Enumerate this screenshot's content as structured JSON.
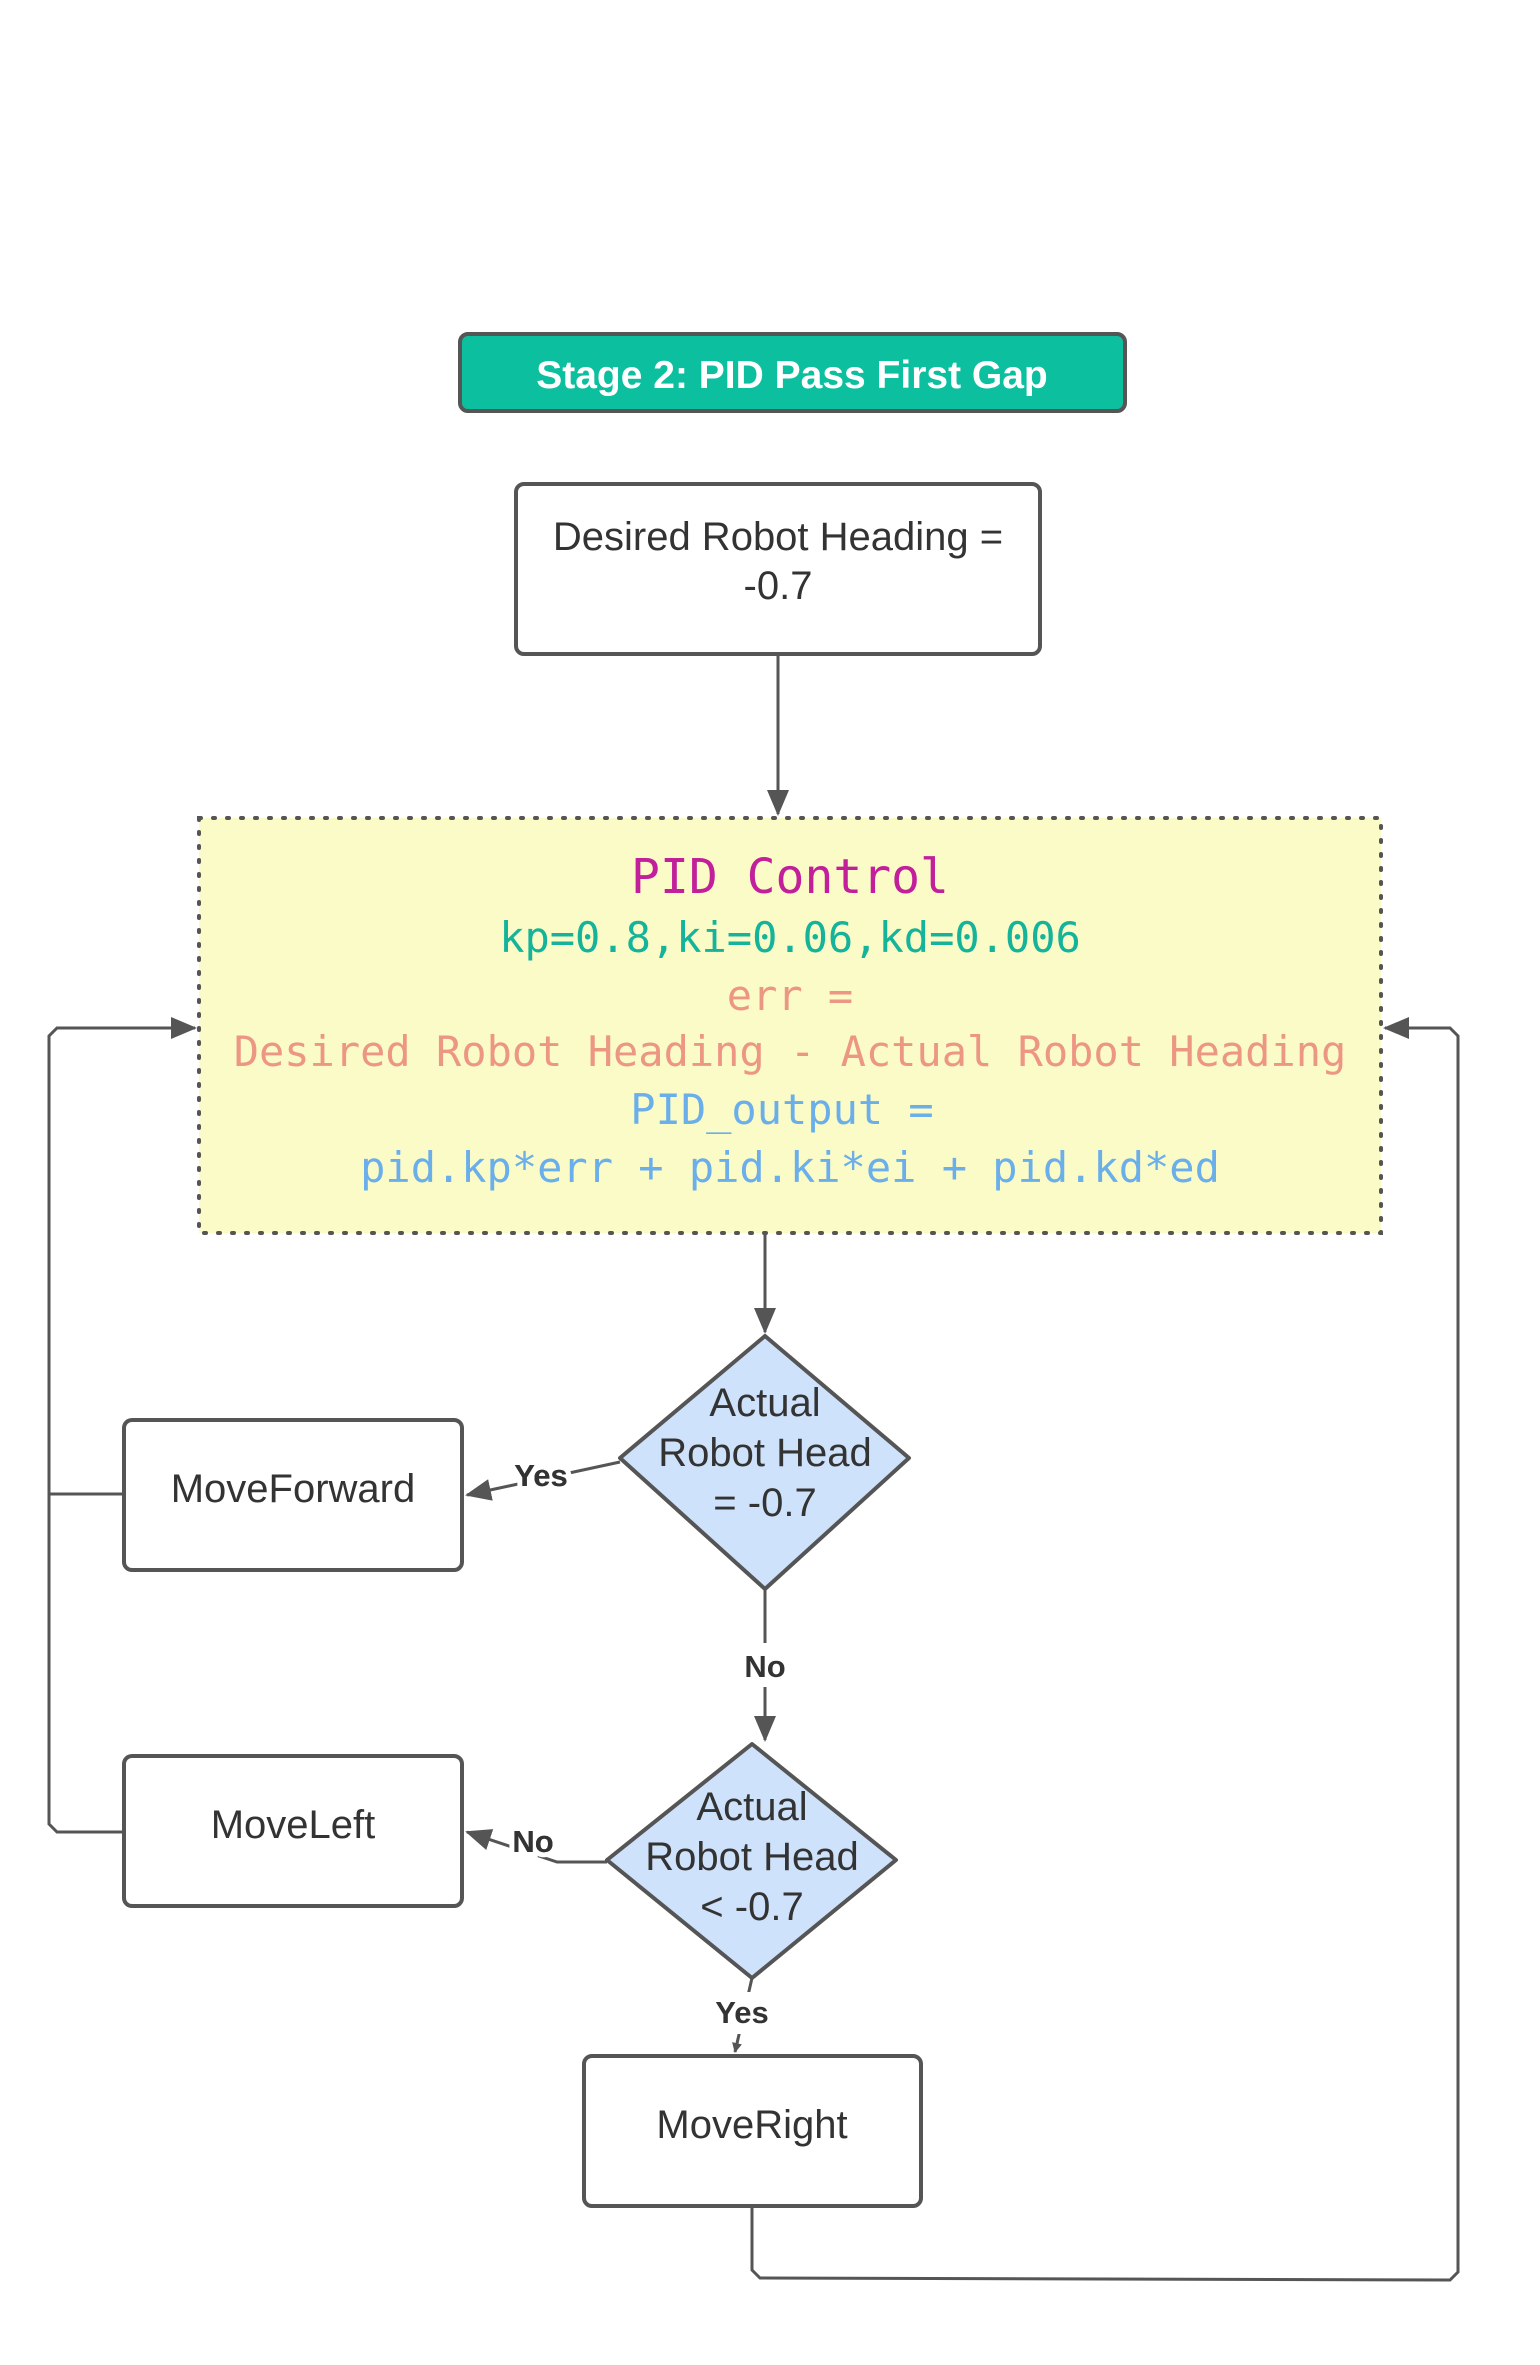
{
  "title": "Stage 2: PID Pass First Gap",
  "nodes": {
    "desired": {
      "line1": "Desired Robot Heading =",
      "line2": "-0.7"
    },
    "pid": {
      "title": "PID Control",
      "params": "kp=0.8,ki=0.06,kd=0.006",
      "err_label": "err =",
      "err_expr": "Desired Robot Heading - Actual Robot Heading",
      "output_label": "PID_output =",
      "output_expr": "pid.kp*err + pid.ki*ei + pid.kd*ed"
    },
    "decision1": {
      "line1": "Actual",
      "line2": "Robot Head",
      "line3": "= -0.7"
    },
    "decision2": {
      "line1": "Actual",
      "line2": "Robot Head",
      "line3": "< -0.7"
    },
    "move_forward": "MoveForward",
    "move_left": "MoveLeft",
    "move_right": "MoveRight"
  },
  "edge_labels": {
    "d1_yes": "Yes",
    "d1_no": "No",
    "d2_no": "No",
    "d2_yes": "Yes"
  },
  "colors": {
    "title_fill": "#0cbf9f",
    "title_text": "#ffffff",
    "pid_fill": "#fbfbc8",
    "pid_title": "#c2209a",
    "pid_params": "#14b39a",
    "pid_err": "#ec9684",
    "pid_output": "#6aaeea",
    "decision_fill": "#cfe2fb",
    "stroke": "#555555"
  }
}
